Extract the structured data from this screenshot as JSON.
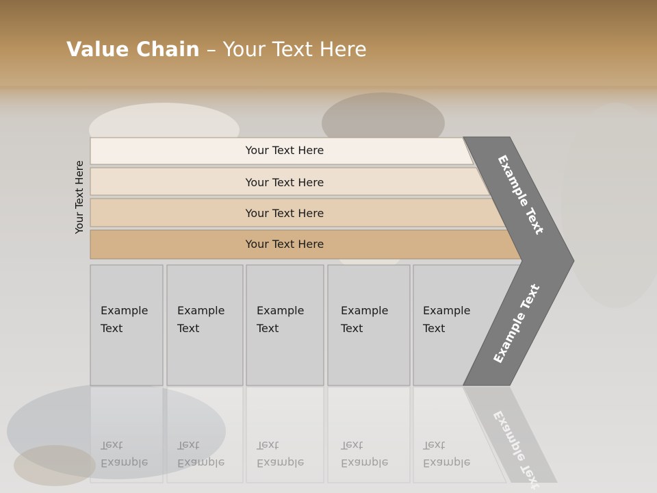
{
  "title": {
    "bold": "Value Chain",
    "rest": " – Your Text Here"
  },
  "side_label": "Your Text Here",
  "bars": [
    {
      "label": "Your Text Here",
      "color": "#f6efe8"
    },
    {
      "label": "Your Text Here",
      "color": "#ede0d0"
    },
    {
      "label": "Your Text Here",
      "color": "#e4cfb4"
    },
    {
      "label": "Your Text Here",
      "color": "#d4b38b"
    }
  ],
  "columns": [
    {
      "line1": "Example",
      "line2": "Text"
    },
    {
      "line1": "Example",
      "line2": "Text"
    },
    {
      "line1": "Example",
      "line2": "Text"
    },
    {
      "line1": "Example",
      "line2": "Text"
    },
    {
      "line1": "Example",
      "line2": "Text"
    }
  ],
  "chevron": {
    "upper_label": "Example Text",
    "lower_label": "Example Text",
    "color": "#7d7d7d"
  },
  "colors": {
    "header": "#b78f5a",
    "column_fill": "#cfcfcf",
    "column_border": "#9a9a9a"
  }
}
